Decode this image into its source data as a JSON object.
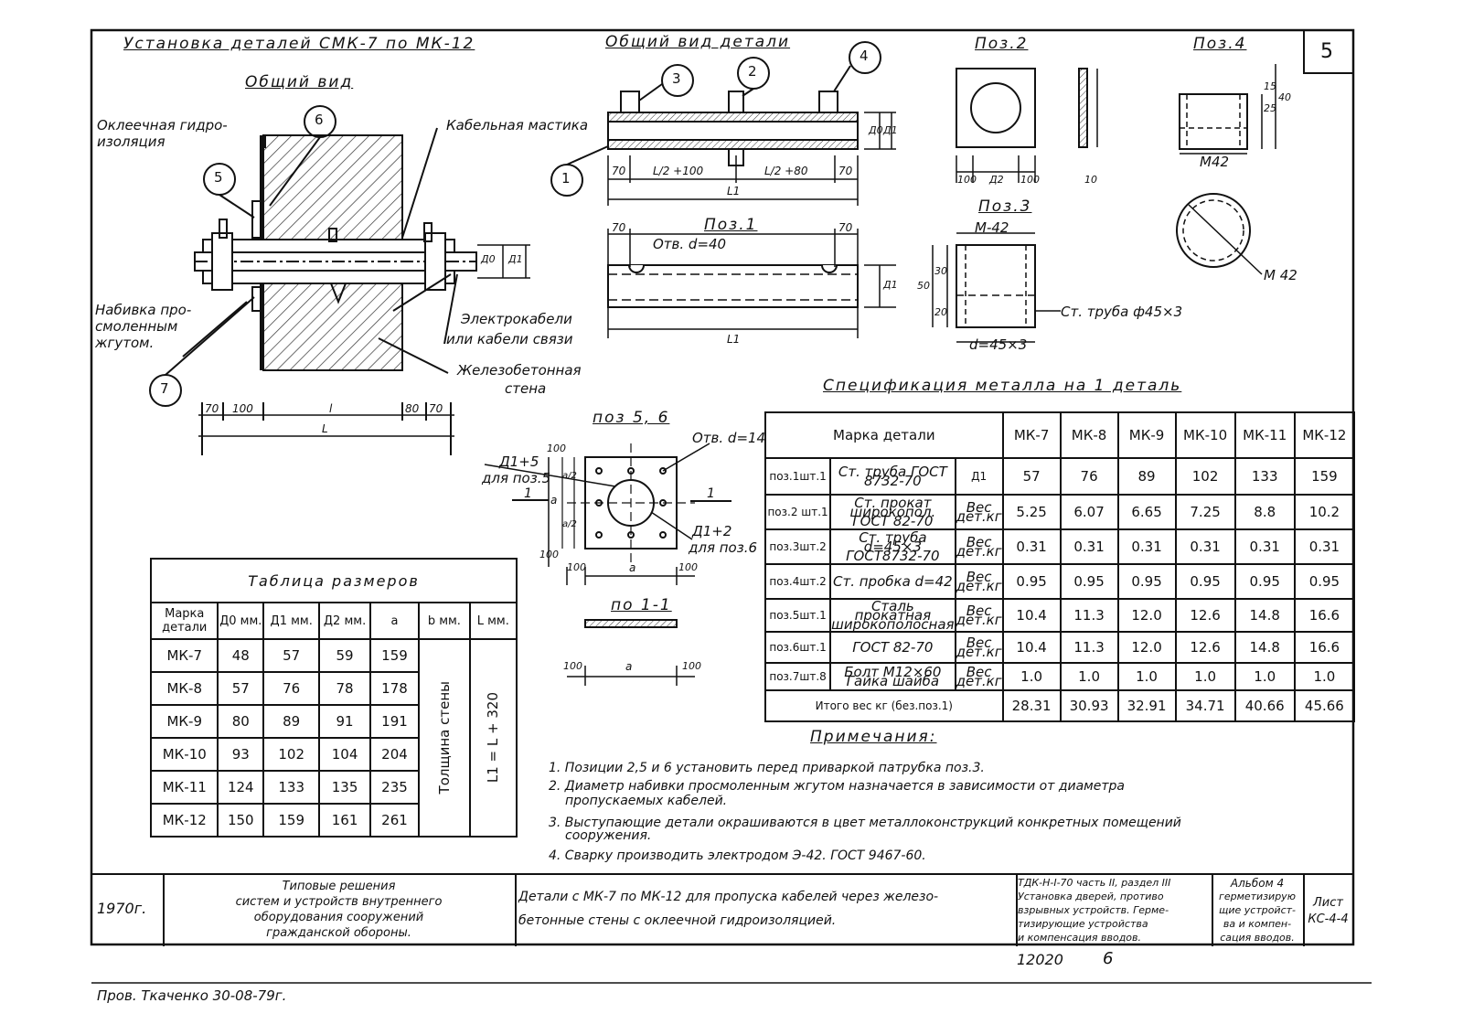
{
  "sheet_number": "5",
  "titles": {
    "main": "Установка деталей СМК-7 по МК-12",
    "general_view": "Общий вид",
    "detail_general_view": "Общий вид детали",
    "pos2": "Поз.2",
    "pos3": "Поз.3",
    "pos4": "Поз.4",
    "pos1": "Поз.1",
    "pos56": "поз 5, 6",
    "section11": "по 1-1",
    "sizes_table": "Таблица размеров",
    "spec_table": "Спецификация металла на 1 деталь",
    "notes": "Примечания:"
  },
  "callouts": {
    "glued_waterproofing": "Оклеечная гидро-",
    "glued_waterproofing2": "изоляция",
    "cable_mastic": "Кабельная мастика",
    "packing": "Набивка про-",
    "packing2": "смоленным",
    "packing3": "жгутом.",
    "cables": "Электрокабели",
    "cables2": "или кабели связи",
    "wall": "Железобетонная",
    "wall2": "стена",
    "pipe": "Ст. труба ф45×3",
    "hole40": "Отв. d=40",
    "hole14": "Отв. d=14",
    "d1plus5": "Д1+5",
    "for_pos5": "для поз.5",
    "d1plus2": "Д1+2",
    "for_pos6": "для поз.6",
    "m42": "М 42",
    "m42b": "М-42",
    "m42c": "М42",
    "d45": "d=45×3",
    "balloons": [
      "1",
      "2",
      "3",
      "4",
      "5",
      "6",
      "7"
    ]
  },
  "dimensions": {
    "d70": "70",
    "d100": "100",
    "d80": "80",
    "d10": "10",
    "d25": "25",
    "d15": "15",
    "d40": "40",
    "d50": "50",
    "d30": "30",
    "d20": "20",
    "L": "L",
    "L1": "L1",
    "l": "l",
    "a": "а",
    "A0": "Д0",
    "A1": "Д1",
    "A2": "Д2",
    "half_plus100": "L/2 +100",
    "half_plus80": "L/2 +80",
    "a2": "а/2",
    "one": "1"
  },
  "sizes_table": {
    "headers": [
      "Марка детали",
      "Д0 мм.",
      "Д1 мм.",
      "Д2 мм.",
      "а",
      "b мм.",
      "L мм."
    ],
    "rows": [
      [
        "МК-7",
        "48",
        "57",
        "59",
        "159"
      ],
      [
        "МК-8",
        "57",
        "76",
        "78",
        "178"
      ],
      [
        "МК-9",
        "80",
        "89",
        "91",
        "191"
      ],
      [
        "МК-10",
        "93",
        "102",
        "104",
        "204"
      ],
      [
        "МК-11",
        "124",
        "133",
        "135",
        "235"
      ],
      [
        "МК-12",
        "150",
        "159",
        "161",
        "261"
      ]
    ],
    "b_merged": "Толщина стены",
    "L_merged": "L1 = L + 320"
  },
  "spec_table": {
    "header_label": "Марка детали",
    "marks": [
      "МК-7",
      "МК-8",
      "МК-9",
      "МК-10",
      "МК-11",
      "МК-12"
    ],
    "rows": [
      {
        "pos": "поз.1шт.1",
        "mat": "Ст. труба ГОСТ 8732-70",
        "unit": "Д1",
        "values": [
          "57",
          "76",
          "89",
          "102",
          "133",
          "159"
        ]
      },
      {
        "pos": "поз.2 шт.1",
        "mat": "Ст. прокат широкопол. ГОСТ 82-70",
        "unit": "Вес дет.кг",
        "values": [
          "5.25",
          "6.07",
          "6.65",
          "7.25",
          "8.8",
          "10.2"
        ]
      },
      {
        "pos": "поз.3шт.2",
        "mat": "Ст. труба d=45×3 ГОСТ8732-70",
        "unit": "Вес дет.кг",
        "values": [
          "0.31",
          "0.31",
          "0.31",
          "0.31",
          "0.31",
          "0.31"
        ]
      },
      {
        "pos": "поз.4шт.2",
        "mat": "Ст. пробка d=42",
        "unit": "Вес дет.кг",
        "values": [
          "0.95",
          "0.95",
          "0.95",
          "0.95",
          "0.95",
          "0.95"
        ]
      },
      {
        "pos": "поз.5шт.1",
        "mat": "Сталь прокатная широкополосная",
        "unit": "Вес дет.кг",
        "values": [
          "10.4",
          "11.3",
          "12.0",
          "12.6",
          "14.8",
          "16.6"
        ]
      },
      {
        "pos": "поз.6шт.1",
        "mat": "ГОСТ 82-70",
        "unit": "Вес дет.кг",
        "values": [
          "10.4",
          "11.3",
          "12.0",
          "12.6",
          "14.8",
          "16.6"
        ]
      },
      {
        "pos": "поз.7шт.8",
        "mat": "Болт М12×60 Гайка шайба",
        "unit": "Вес дет.кг",
        "values": [
          "1.0",
          "1.0",
          "1.0",
          "1.0",
          "1.0",
          "1.0"
        ]
      }
    ],
    "total_label": "Итого вес кг (без.поз.1)",
    "totals": [
      "28.31",
      "30.93",
      "32.91",
      "34.71",
      "40.66",
      "45.66"
    ]
  },
  "notes": [
    "1. Позиции 2,5 и 6 установить перед приваркой патрубка поз.3.",
    "2. Диаметр набивки просмоленным жгутом назначается в зависимости от диаметра",
    "пропускаемых кабелей.",
    "3. Выступающие детали окрашиваются в цвет металлоконструкций конкретных помещений",
    "сооружения.",
    "4. Сварку производить электродом Э-42. ГОСТ 9467-60."
  ],
  "stamp": {
    "year": "1970г.",
    "org_lines": [
      "Типовые решения",
      "систем и устройств внутреннего",
      "оборудования сооружений",
      "гражданской обороны."
    ],
    "desc_lines": [
      "Детали с МК-7 по МК-12 для пропуска кабелей через железо-",
      "бетонные стены с оклеечной гидроизоляцией."
    ],
    "ref_lines": [
      "ТДК-Н-I-70 часть II, раздел III",
      "Установка дверей, противо",
      "взрывных устройств. Герме-",
      "тизирующие устройства",
      "и компенсация вводов."
    ],
    "album_lines": [
      "Альбом 4",
      "герметизирую",
      "щие устройст-",
      "ва и компен-",
      "сация вводов."
    ],
    "sheet_lines": [
      "Лист",
      "КС-4-4"
    ]
  },
  "under_stamp": {
    "code": "12020",
    "num": "6"
  },
  "checked": "Пров. Ткаченко 30-08-79г."
}
